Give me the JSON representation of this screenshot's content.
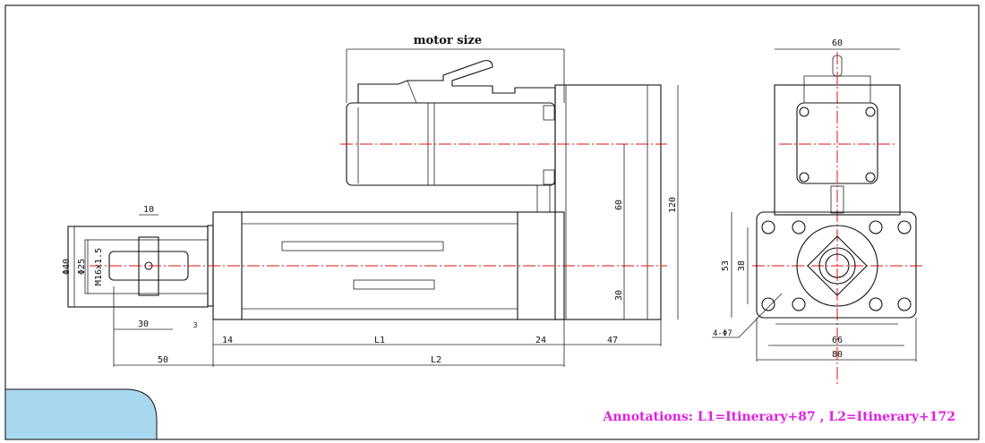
{
  "title": "motor size",
  "dimensions": {
    "nut_width": "10",
    "dia_40": "Φ40",
    "dia_25": "Φ25",
    "thread": "M16x1.5",
    "rod_30": "30",
    "gap_3": "3",
    "rod_50": "50",
    "end_14": "14",
    "l1": "L1",
    "end_24": "24",
    "motor_47": "47",
    "l2": "L2",
    "height_60": "60",
    "height_30": "30",
    "height_120": "120",
    "top_width_60": "60",
    "flange_53": "53",
    "flange_38": "38",
    "holes": "4-Φ7",
    "flange_66": "66",
    "flange_80": "80"
  },
  "annotation": "Annotations:  L1=Itinerary+87 , L2=Itinerary+172",
  "colors": {
    "centerline": "#e01010",
    "annotation": "#e020e0",
    "corner_tab": "#a8d8f0"
  }
}
